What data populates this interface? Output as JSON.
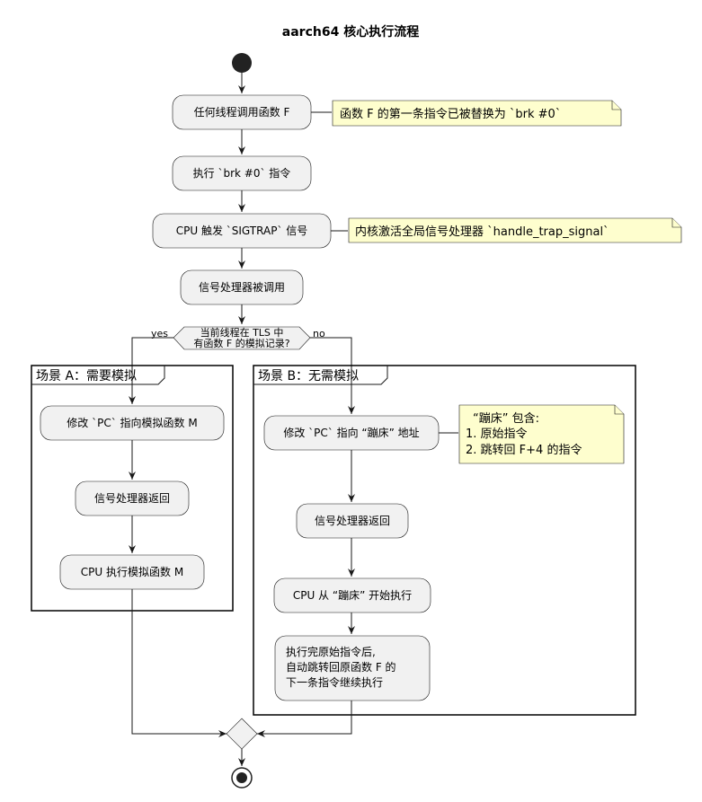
{
  "title": "aarch64 核心执行流程",
  "activities": {
    "call_f": "任何线程调用函数 F",
    "exec_brk": "执行 `brk #0` 指令",
    "sigtrap": "CPU 触发 `SIGTRAP` 信号",
    "handler_called": "信号处理器被调用",
    "a_modify_pc": "修改 `PC` 指向模拟函数 M",
    "a_return": "信号处理器返回",
    "a_exec_m": "CPU 执行模拟函数 M",
    "b_modify_pc": "修改 `PC` 指向 “蹦床” 地址",
    "b_return": "信号处理器返回",
    "b_start": "CPU 从 “蹦床” 开始执行",
    "b_continue": [
      "执行完原始指令后,",
      "自动跳转回原函数 F 的",
      "下一条指令继续执行"
    ]
  },
  "notes": {
    "note_brk": "函数 F 的第一条指令已被替换为 `brk #0`",
    "note_handler": "内核激活全局信号处理器 `handle_trap_signal`",
    "note_trampoline": [
      "“蹦床” 包含:",
      "1. 原始指令",
      "2. 跳转回 F+4 的指令"
    ]
  },
  "decision": {
    "question": [
      "当前线程在 TLS 中",
      "有函数 F 的模拟记录?"
    ],
    "yes": "yes",
    "no": "no"
  },
  "frames": {
    "scene_a": "场景 A：需要模拟",
    "scene_b": "场景 B：无需模拟"
  }
}
